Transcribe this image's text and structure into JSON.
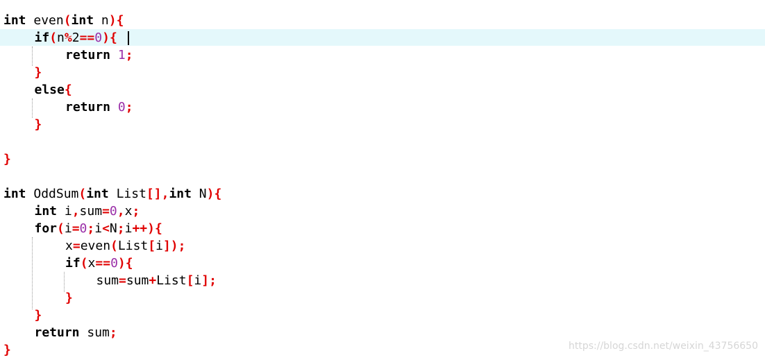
{
  "editor": {
    "highlight_color": "#e4f8fb",
    "colors": {
      "keyword": "#000000",
      "operator": "#e00000",
      "number": "#9a2ea8",
      "identifier": "#000000"
    },
    "lines": [
      {
        "indent": 0,
        "tokens": [
          [
            "kw",
            "int"
          ],
          [
            "id",
            " even"
          ],
          [
            "op",
            "("
          ],
          [
            "kw",
            "int"
          ],
          [
            "id",
            " n"
          ],
          [
            "op",
            ")"
          ],
          [
            "op",
            "{"
          ]
        ]
      },
      {
        "indent": 1,
        "tokens": [
          [
            "kw",
            "if"
          ],
          [
            "op",
            "("
          ],
          [
            "id",
            "n"
          ],
          [
            "op",
            "%"
          ],
          [
            "id",
            "2"
          ],
          [
            "op",
            "=="
          ],
          [
            "num",
            "0"
          ],
          [
            "op",
            ")"
          ],
          [
            "op",
            "{"
          ],
          [
            "id",
            " "
          ]
        ]
      },
      {
        "indent": 2,
        "tokens": [
          [
            "kw",
            "return"
          ],
          [
            "id",
            " "
          ],
          [
            "num",
            "1"
          ],
          [
            "op",
            ";"
          ]
        ]
      },
      {
        "indent": 1,
        "tokens": [
          [
            "op",
            "}"
          ]
        ]
      },
      {
        "indent": 1,
        "tokens": [
          [
            "kw",
            "else"
          ],
          [
            "op",
            "{"
          ]
        ]
      },
      {
        "indent": 2,
        "tokens": [
          [
            "kw",
            "return"
          ],
          [
            "id",
            " "
          ],
          [
            "num",
            "0"
          ],
          [
            "op",
            ";"
          ]
        ]
      },
      {
        "indent": 1,
        "tokens": [
          [
            "op",
            "}"
          ]
        ]
      },
      {
        "indent": 0,
        "tokens": []
      },
      {
        "indent": 0,
        "tokens": [
          [
            "op",
            "}"
          ]
        ]
      },
      {
        "indent": 0,
        "tokens": []
      },
      {
        "indent": 0,
        "tokens": [
          [
            "kw",
            "int"
          ],
          [
            "id",
            " OddSum"
          ],
          [
            "op",
            "("
          ],
          [
            "kw",
            "int"
          ],
          [
            "id",
            " List"
          ],
          [
            "op",
            "[]"
          ],
          [
            "op",
            ","
          ],
          [
            "kw",
            "int"
          ],
          [
            "id",
            " N"
          ],
          [
            "op",
            ")"
          ],
          [
            "op",
            "{"
          ]
        ]
      },
      {
        "indent": 1,
        "tokens": [
          [
            "kw",
            "int"
          ],
          [
            "id",
            " i"
          ],
          [
            "op",
            ","
          ],
          [
            "id",
            "sum"
          ],
          [
            "op",
            "="
          ],
          [
            "num",
            "0"
          ],
          [
            "op",
            ","
          ],
          [
            "id",
            "x"
          ],
          [
            "op",
            ";"
          ]
        ]
      },
      {
        "indent": 1,
        "tokens": [
          [
            "kw",
            "for"
          ],
          [
            "op",
            "("
          ],
          [
            "id",
            "i"
          ],
          [
            "op",
            "="
          ],
          [
            "num",
            "0"
          ],
          [
            "op",
            ";"
          ],
          [
            "id",
            "i"
          ],
          [
            "op",
            "<"
          ],
          [
            "id",
            "N"
          ],
          [
            "op",
            ";"
          ],
          [
            "id",
            "i"
          ],
          [
            "op",
            "++"
          ],
          [
            "op",
            ")"
          ],
          [
            "op",
            "{"
          ]
        ]
      },
      {
        "indent": 2,
        "tokens": [
          [
            "id",
            "x"
          ],
          [
            "op",
            "="
          ],
          [
            "id",
            "even"
          ],
          [
            "op",
            "("
          ],
          [
            "id",
            "List"
          ],
          [
            "op",
            "["
          ],
          [
            "id",
            "i"
          ],
          [
            "op",
            "])"
          ],
          [
            "op",
            ";"
          ]
        ]
      },
      {
        "indent": 2,
        "tokens": [
          [
            "kw",
            "if"
          ],
          [
            "op",
            "("
          ],
          [
            "id",
            "x"
          ],
          [
            "op",
            "=="
          ],
          [
            "num",
            "0"
          ],
          [
            "op",
            ")"
          ],
          [
            "op",
            "{"
          ]
        ]
      },
      {
        "indent": 3,
        "tokens": [
          [
            "id",
            "sum"
          ],
          [
            "op",
            "="
          ],
          [
            "id",
            "sum"
          ],
          [
            "op",
            "+"
          ],
          [
            "id",
            "List"
          ],
          [
            "op",
            "["
          ],
          [
            "id",
            "i"
          ],
          [
            "op",
            "]"
          ],
          [
            "op",
            ";"
          ]
        ]
      },
      {
        "indent": 2,
        "tokens": [
          [
            "op",
            "}"
          ]
        ]
      },
      {
        "indent": 1,
        "tokens": [
          [
            "op",
            "}"
          ]
        ]
      },
      {
        "indent": 1,
        "tokens": [
          [
            "kw",
            "return"
          ],
          [
            "id",
            " sum"
          ],
          [
            "op",
            ";"
          ]
        ]
      },
      {
        "indent": 0,
        "tokens": [
          [
            "op",
            "}"
          ]
        ]
      }
    ]
  },
  "watermark": "https://blog.csdn.net/weixin_43756650"
}
